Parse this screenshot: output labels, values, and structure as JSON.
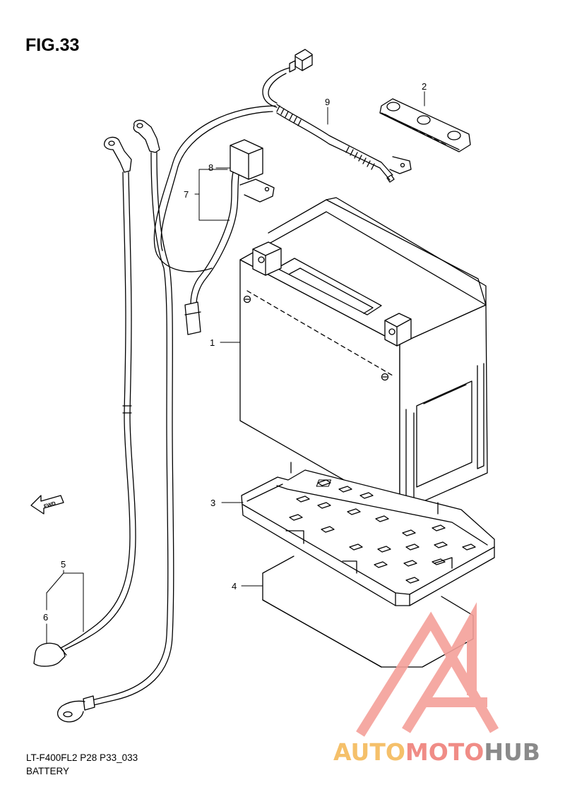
{
  "figure": {
    "title": "FIG.33",
    "model_code": "LT-F400FL2 P28 P33_033",
    "group_name": "BATTERY"
  },
  "callouts": [
    {
      "id": "1",
      "label": "1"
    },
    {
      "id": "2",
      "label": "2"
    },
    {
      "id": "3",
      "label": "3"
    },
    {
      "id": "4",
      "label": "4"
    },
    {
      "id": "5",
      "label": "5"
    },
    {
      "id": "6",
      "label": "6"
    },
    {
      "id": "7",
      "label": "7"
    },
    {
      "id": "8",
      "label": "8"
    },
    {
      "id": "9",
      "label": "9"
    }
  ],
  "fwd_marker": {
    "label": "FWD"
  },
  "watermark": {
    "part1": "AUTO",
    "part2": "MOTO",
    "part3": "HUB",
    "colors": {
      "auto": "#f5c06a",
      "moto": "#f08c86",
      "hub": "#8a8a8a",
      "triangle": "#f4a09a"
    }
  }
}
